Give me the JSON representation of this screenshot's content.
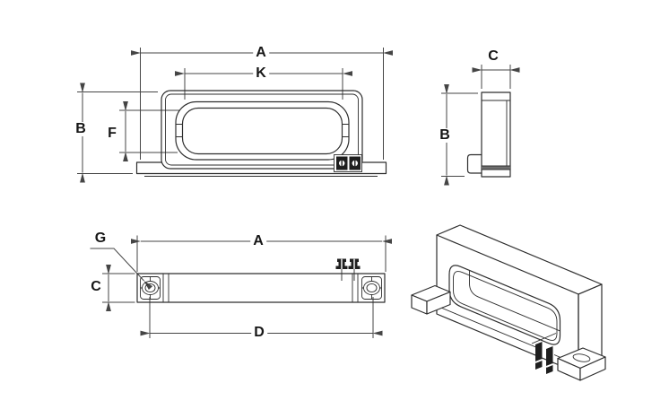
{
  "colors": {
    "background": "#ffffff",
    "linework": "#2e2e2e",
    "dimension_lines": "#454545",
    "terminal_fill": "#1e1e1e"
  },
  "views": {
    "front": {
      "dims": {
        "overall_width": "A",
        "window_width": "K",
        "overall_height": "B",
        "window_height": "F"
      }
    },
    "side": {
      "dims": {
        "width": "C",
        "overall_height": "B"
      }
    },
    "bottom": {
      "dims": {
        "overall_length": "A",
        "hole_callout": "G",
        "depth": "C",
        "hole_spacing": "D"
      }
    }
  }
}
